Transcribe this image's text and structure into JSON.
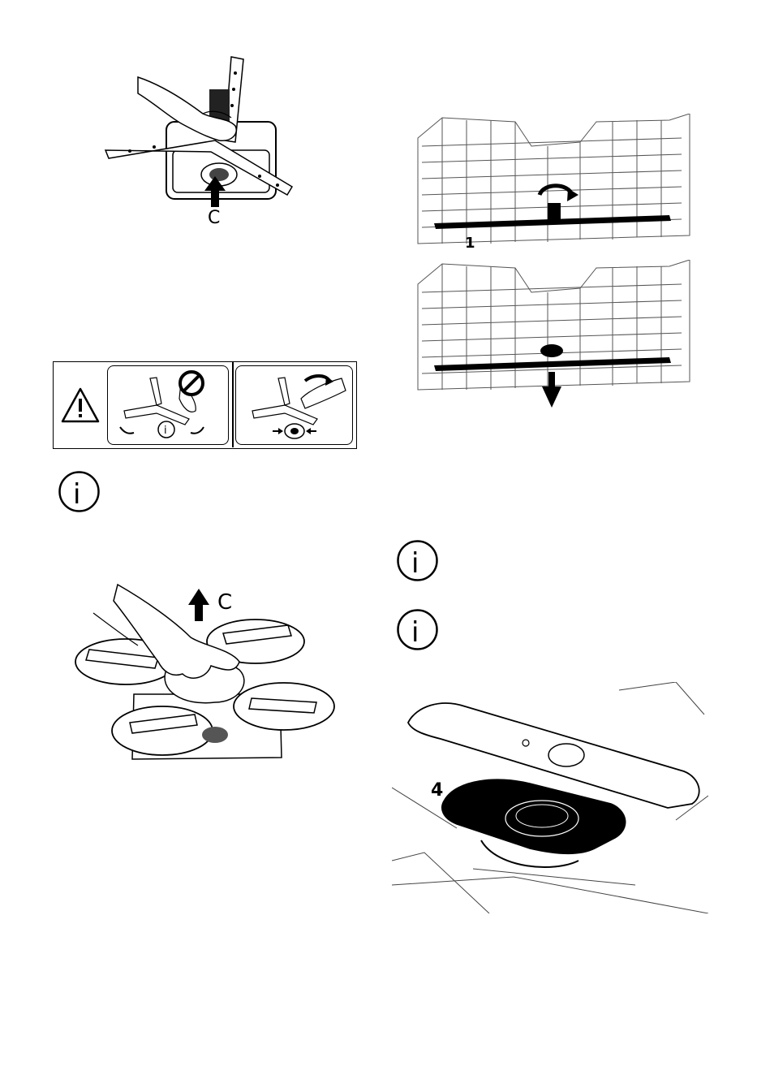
{
  "figure_top_left": {
    "arrow_label": "C"
  },
  "figure_rack_top": {
    "part_label": "1"
  },
  "figure_rack_bottom": {},
  "warning_panel": {
    "info_symbol": "i"
  },
  "info_icons": {
    "symbol": "i"
  },
  "figure_filter_lift": {
    "arrow_label": "C"
  },
  "figure_filter_plate": {
    "part_label": "4"
  }
}
